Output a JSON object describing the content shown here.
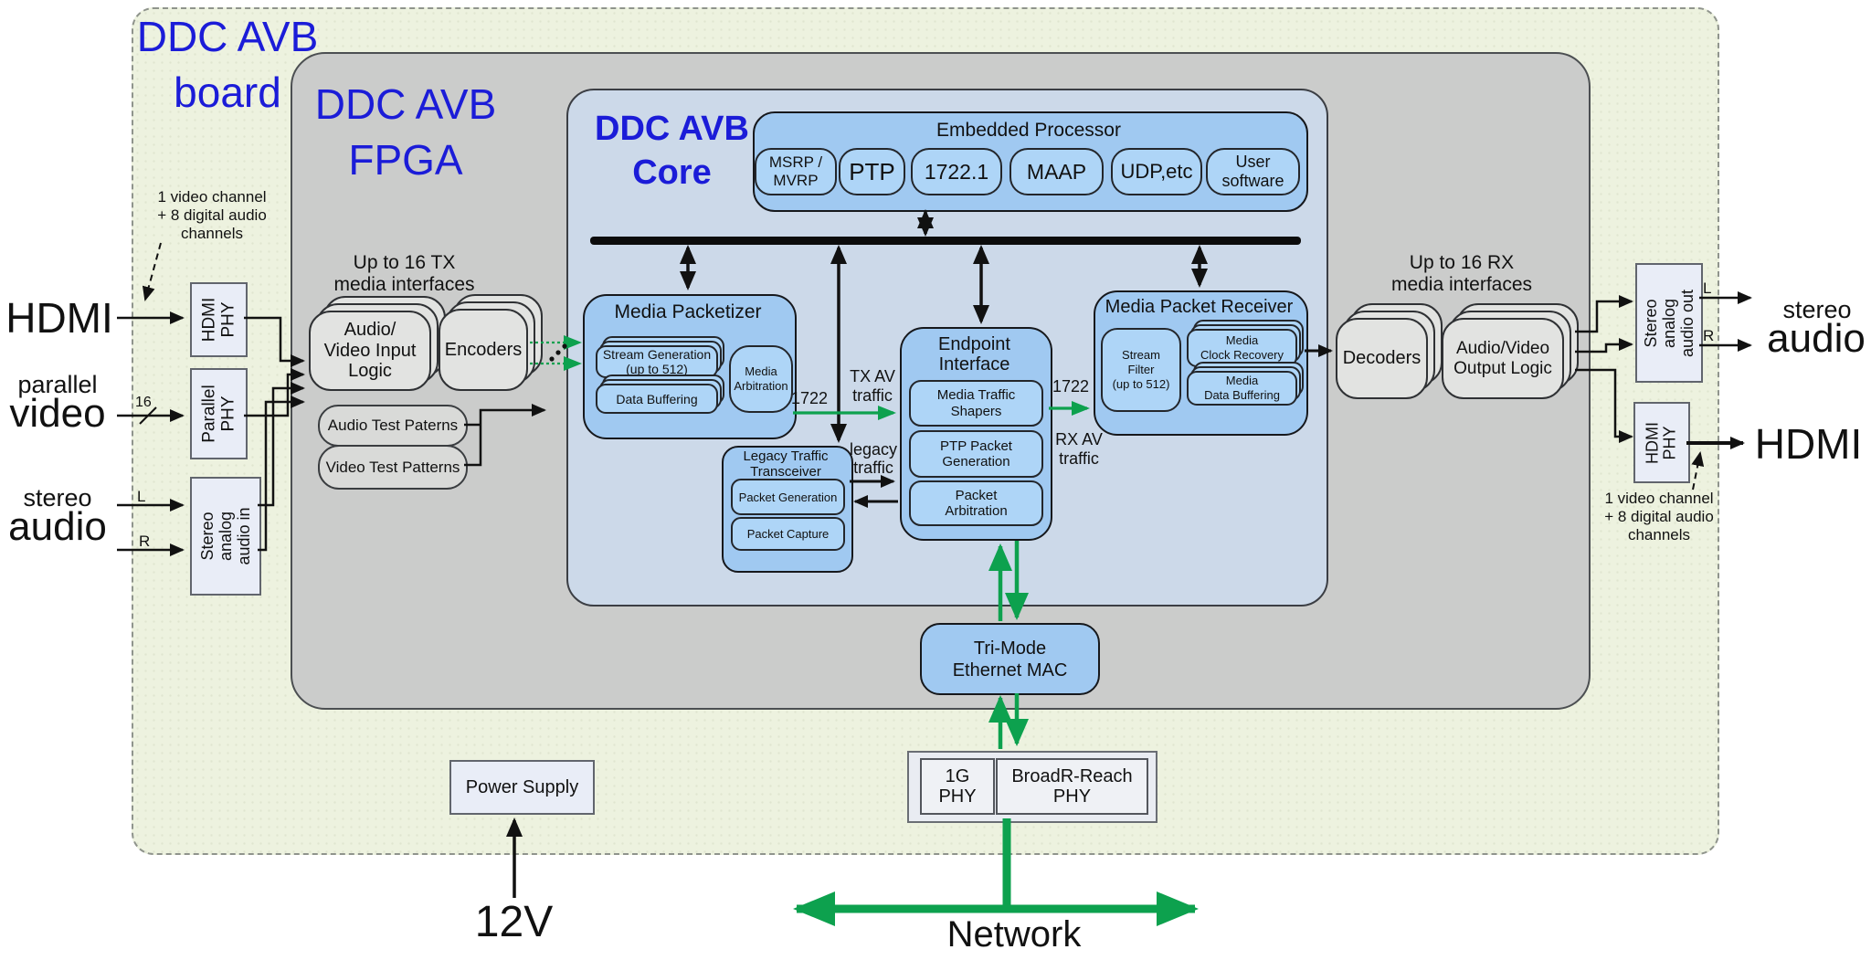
{
  "colors": {
    "board_fill": "#edf2df",
    "fpga_fill": "#cbcccb",
    "core_fill": "#ccd9e9",
    "block_blue": "#a0c9f1",
    "subblock_blue": "#aed5f7",
    "io_fill": "#e9edf7",
    "gray_stack": "#e2e3e1",
    "title_blue": "#1b1cd8",
    "arrow_black": "#111111",
    "arrow_green": "#0da14e"
  },
  "board": {
    "title": "DDC AVB\nboard"
  },
  "fpga": {
    "title": "DDC AVB\nFPGA"
  },
  "core": {
    "title": "DDC AVB\nCore"
  },
  "ep": {
    "title": "Embedded Processor",
    "pills": [
      "MSRP /\nMVRP",
      "PTP",
      "1722.1",
      "MAAP",
      "UDP,etc",
      "User\nsoftware"
    ]
  },
  "tx": {
    "note": "Up to 16 TX\nmedia interfaces",
    "avi": "Audio/\nVideo Input\nLogic",
    "encoders": "Encoders",
    "audio_test": "Audio Test Paterns",
    "video_test": "Video Test Patterns"
  },
  "mp": {
    "title": "Media Packetizer",
    "sg": "Stream Generation\n(up to 512)",
    "db": "Data Buffering",
    "ma": "Media\nArbitration"
  },
  "legacy": {
    "title": "Legacy Traffic\nTransceiver",
    "pg": "Packet Generation",
    "pc": "Packet Capture",
    "label": "legacy\ntraffic"
  },
  "ei": {
    "title": "Endpoint\nInterface",
    "mts": "Media Traffic\nShapers",
    "ppg": "PTP Packet\nGeneration",
    "pa": "Packet\nArbitration"
  },
  "mpr": {
    "title": "Media Packet Receiver",
    "sf": "Stream\nFilter\n(up to 512)",
    "mcr": "Media\nClock Recovery",
    "mdb": "Media\nData Buffering"
  },
  "rx": {
    "note": "Up to 16 RX\nmedia interfaces",
    "decoders": "Decoders",
    "avo": "Audio/Video\nOutput Logic"
  },
  "mac": {
    "title": "Tri-Mode\nEthernet MAC"
  },
  "phy": {
    "gig": "1G\nPHY",
    "broadr": "BroadR-Reach\nPHY"
  },
  "left": {
    "hdmi": "HDMI",
    "parallel_sub": "parallel",
    "parallel": "video",
    "stereo_sub": "stereo",
    "stereo": "audio",
    "hdmi_phy": "HDMI\nPHY",
    "parallel_phy": "Parallel\nPHY",
    "stereo_in": "Stereo\nanalog\naudio in",
    "note": "1 video channel\n+ 8 digital audio\nchannels",
    "bus16": "16",
    "l": "L",
    "r": "R"
  },
  "right": {
    "stereo_sub": "stereo",
    "stereo": "audio",
    "hdmi": "HDMI",
    "stereo_out": "Stereo\nanalog\naudio out",
    "hdmi_phy": "HDMI\nPHY",
    "note": "1 video channel\n+ 8 digital audio\nchannels",
    "l": "L",
    "r": "R"
  },
  "flow": {
    "tx_av": "TX AV\ntraffic",
    "rx_av": "RX AV\ntraffic",
    "tx_1722": "1722",
    "rx_1722": "1722"
  },
  "power": {
    "supply": "Power Supply",
    "v12": "12V"
  },
  "network": {
    "label": "Network"
  }
}
